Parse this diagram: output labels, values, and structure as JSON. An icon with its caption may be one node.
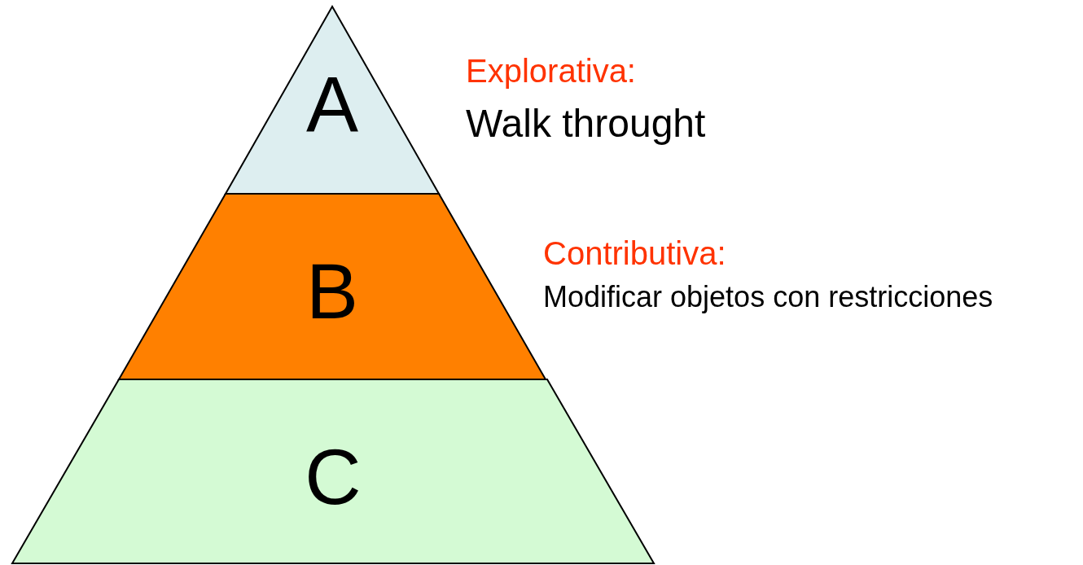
{
  "diagram": {
    "nodes": [
      {
        "text": [
          "A"
        ],
        "beside": [
          "Explorativa:",
          "Walk throught"
        ]
      },
      {
        "text": [
          "B"
        ],
        "beside": [
          "Contributiva:",
          "Modificar objetos con restricciones"
        ]
      },
      {
        "text": [
          "C"
        ]
      }
    ]
  }
}
